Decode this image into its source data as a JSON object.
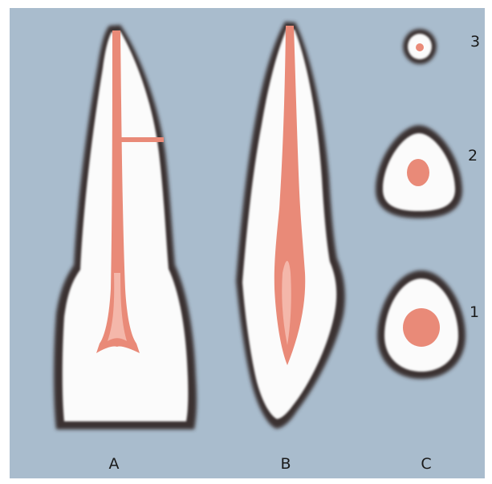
{
  "figure": {
    "view_labels": {
      "a": "A",
      "b": "B",
      "c": "C"
    },
    "section_labels": {
      "s3": "3",
      "s2": "2",
      "s1": "1"
    },
    "colors": {
      "background": "#a9bccd",
      "enamel_rim": "#3a3030",
      "dentin": "#fbfbfb",
      "pulp": "#e98a78"
    }
  }
}
